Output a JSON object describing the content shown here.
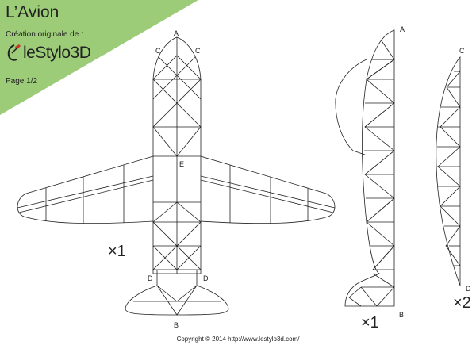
{
  "header": {
    "title": "L’Avion",
    "subtitle": "Création originale de :",
    "logo_text": "leStylo3D",
    "page": "Page 1/2",
    "band_color": "#9ccc78"
  },
  "plane": {
    "labels": {
      "a": "A",
      "c": "C",
      "e": "E",
      "d": "D",
      "b": "B"
    },
    "multiplier": "×1"
  },
  "fuselage_side": {
    "labels": {
      "a": "A",
      "b": "B"
    },
    "multiplier": "×1"
  },
  "piece_c": {
    "labels": {
      "c": "C",
      "d": "D"
    },
    "multiplier": "×2"
  },
  "footer": {
    "copyright": "Copyright © 2014  http://www.lestylo3d.com/"
  }
}
